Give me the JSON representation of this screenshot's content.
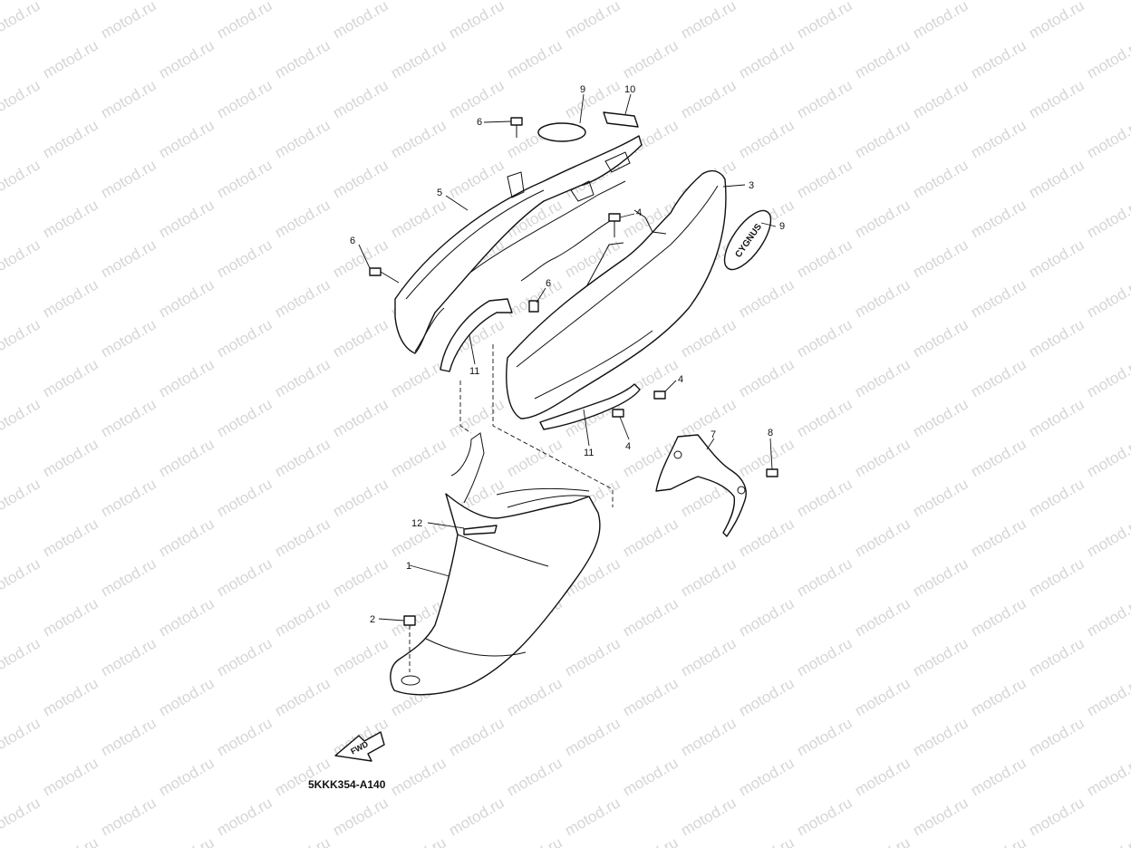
{
  "watermark": {
    "text": "motod.ru"
  },
  "callouts": {
    "c1": "1",
    "c2": "2",
    "c3": "3",
    "c4a": "4",
    "c4b": "4",
    "c4c": "4",
    "c5": "5",
    "c6a": "6",
    "c6b": "6",
    "c6c": "6",
    "c7": "7",
    "c8": "8",
    "c9a": "9",
    "c9b": "9",
    "c10": "10",
    "c11a": "11",
    "c11b": "11",
    "c12": "12"
  },
  "labels": {
    "fwd": "FWD",
    "emblem": "CYGNUS",
    "diagram_code": "5KKK354-A140"
  }
}
